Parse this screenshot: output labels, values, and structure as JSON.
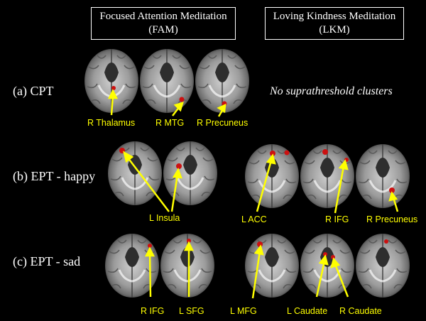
{
  "headers": {
    "fam_line1": "Focused Attention Meditation",
    "fam_line2": "(FAM)",
    "lkm_line1": "Loving Kindness Meditation",
    "lkm_line2": "(LKM)"
  },
  "rows": {
    "cpt": "(a) CPT",
    "ept_happy": "(b) EPT - happy",
    "ept_sad": "(c) EPT - sad"
  },
  "no_clusters": "No suprathreshold clusters",
  "regions": {
    "cpt_fam": [
      "R Thalamus",
      "R MTG",
      "R Precuneus"
    ],
    "happy_fam": [
      "L  Insula"
    ],
    "happy_lkm": [
      "L  ACC",
      "R  IFG",
      "R  Precuneus"
    ],
    "sad_fam": [
      "R IFG",
      "L SFG"
    ],
    "sad_lkm": [
      "L  MFG",
      "L Caudate",
      "R Caudate"
    ]
  },
  "colors": {
    "arrow": "#ffff00",
    "cluster": "#cc1010",
    "background": "#000000"
  }
}
